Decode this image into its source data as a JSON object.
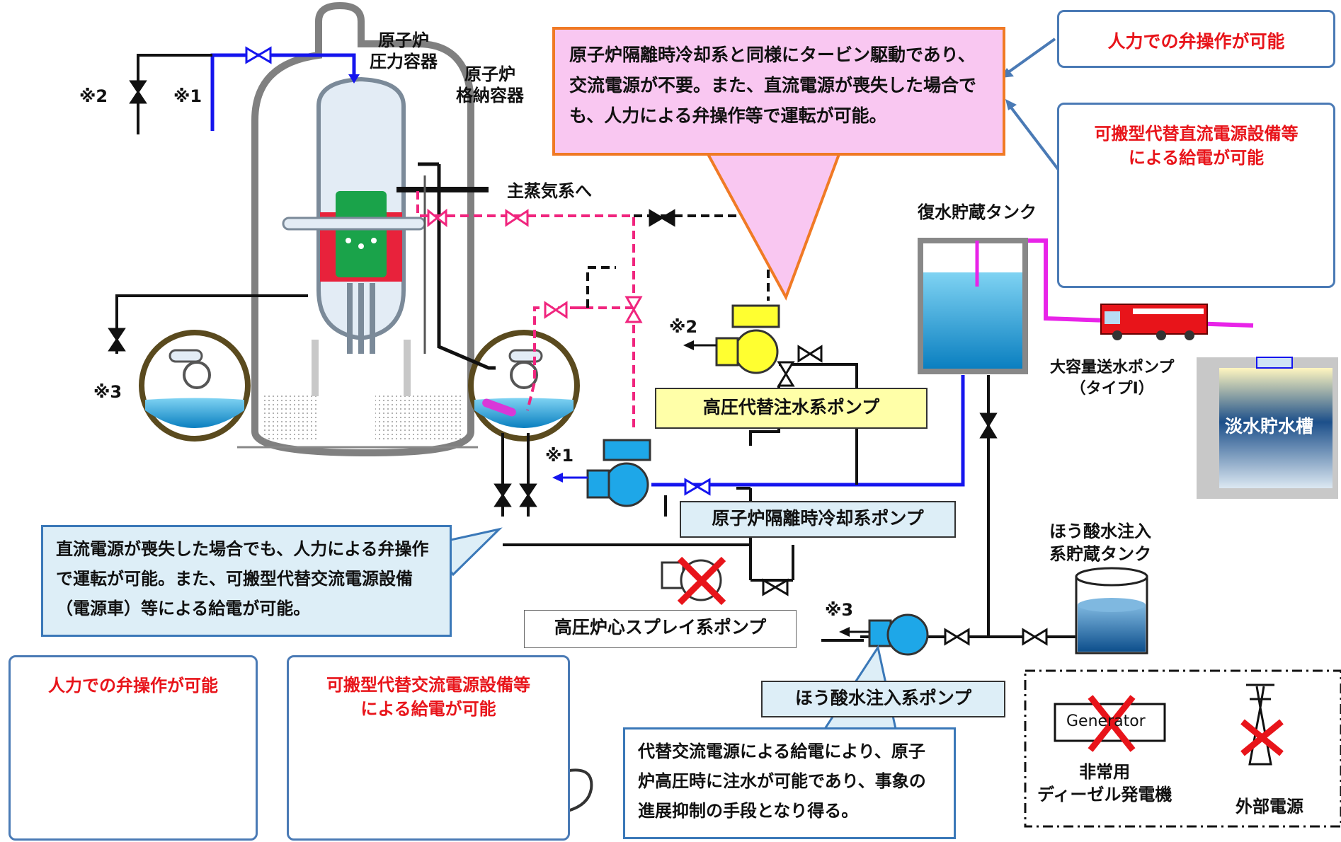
{
  "labels": {
    "rpv": "原子炉\n圧力容器",
    "pcv": "原子炉\n格納容器",
    "main_steam": "主蒸気系へ",
    "cst": "復水貯蔵タンク",
    "large_pump": "大容量送水ポンプ\n（タイプⅠ）",
    "freshwater": "淡水貯水槽",
    "boric_tank": "ほう酸水注入\n系貯蔵タンク",
    "edg": "非常用\nディーゼル発電機",
    "generator_text": "Generator",
    "offsite": "外部電源",
    "mark1": "※1",
    "mark2": "※2",
    "mark3": "※3"
  },
  "pumps": {
    "hpac": "高圧代替注水系ポンプ",
    "rcic": "原子炉隔離時冷却系ポンプ",
    "hpcs": "高圧炉心スプレイ系ポンプ",
    "slc": "ほう酸水注入系ポンプ"
  },
  "callouts": {
    "hpac_desc": "原子炉隔離時冷却系と同様にタービン駆動であり、交流電源が不要。また、直流電源が喪失した場合でも、人力による弁操作等で運転が可能。",
    "manual_top": "人力での弁操作が可能",
    "dc_supply": "可搬型代替直流電源設備等\nによる給電が可能",
    "rcic_desc": "直流電源が喪失した場合でも、人力による弁操作で運転が可能。また、可搬型代替交流電源設備（電源車）等による給電が可能。",
    "manual_bottom": "人力での弁操作が可能",
    "ac_supply": "可搬型代替交流電源設備等\nによる給電が可能",
    "slc_desc": "代替交流電源による給電により、原子炉高圧時に注水が可能であり、事象の進展抑制の手段となり得る。"
  },
  "colors": {
    "callout_fill": "#f9c7f1",
    "callout_border": "#f07a25",
    "hpac_label_fill": "#ffffa8",
    "note_fill": "#ddeef7",
    "note_border": "#3a78b8",
    "frame_border": "#4a7ab5",
    "emphasis_red": "#e8141a",
    "rcic_line": "#1515ee",
    "pink_line": "#f0257e",
    "water": "#29a6dd"
  }
}
